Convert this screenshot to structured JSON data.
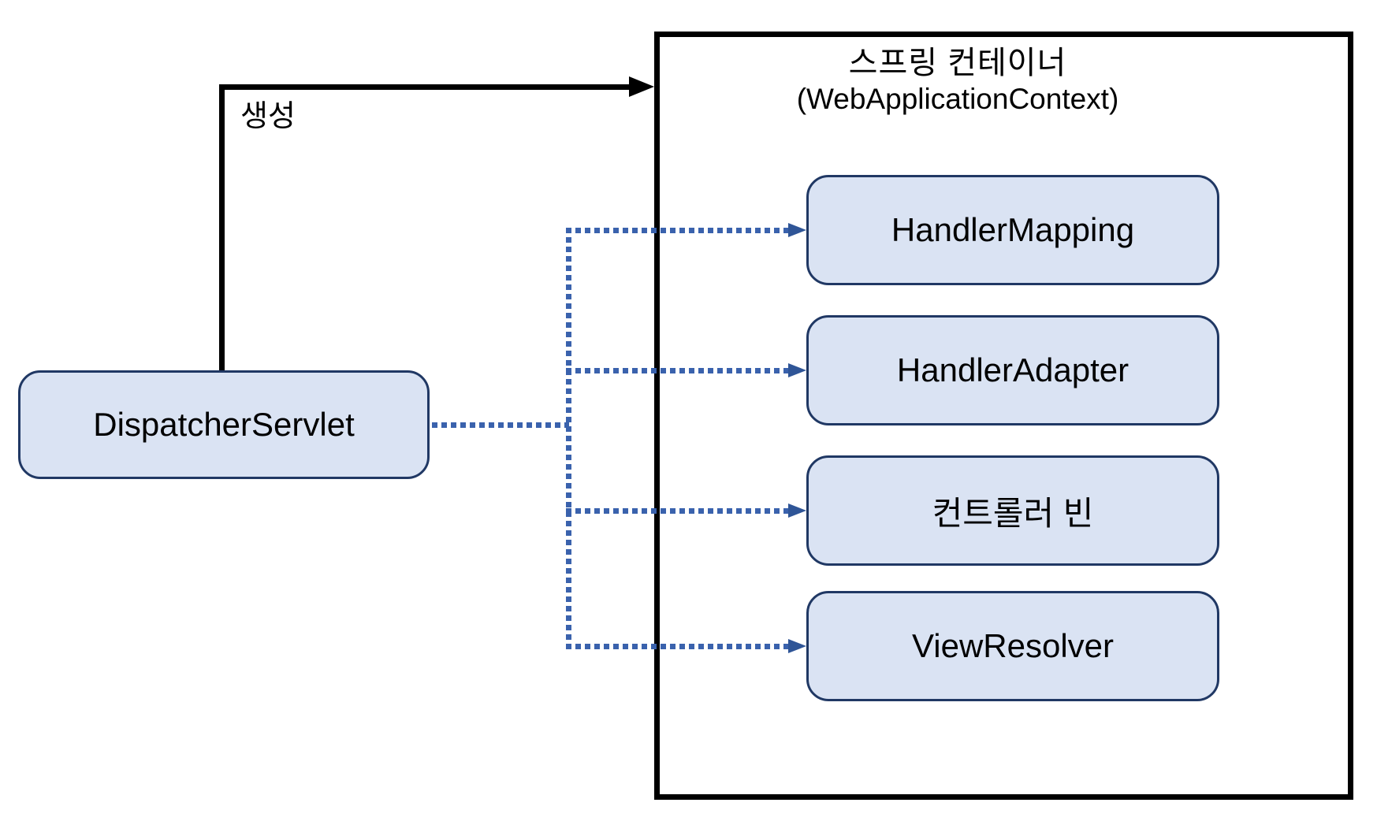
{
  "diagram": {
    "title": "Spring MVC DispatcherServlet / Spring Container diagram",
    "colors": {
      "background": "#ffffff",
      "box_fill": "#dae3f3",
      "box_border": "#203864",
      "dotted_line": "#3a62ad",
      "dotted_arrowhead": "#2f5597",
      "solid_line": "#000000",
      "text": "#000000"
    },
    "dispatcher": {
      "label": "DispatcherServlet"
    },
    "create_edge": {
      "label": "생성"
    },
    "container": {
      "title": "스프링 컨테이너",
      "subtitle": "(WebApplicationContext)",
      "beans": [
        {
          "label": "HandlerMapping"
        },
        {
          "label": "HandlerAdapter"
        },
        {
          "label": "컨트롤러 빈"
        },
        {
          "label": "ViewResolver"
        }
      ]
    }
  }
}
